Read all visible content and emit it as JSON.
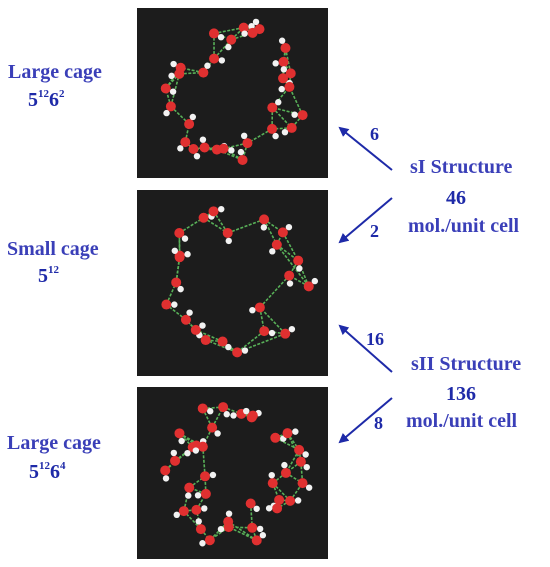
{
  "cages": [
    {
      "label": "Large cage",
      "base": "5",
      "exp1": "12",
      "base2": "6",
      "exp2": "2"
    },
    {
      "label": "Small cage",
      "base": "5",
      "exp1": "12"
    },
    {
      "label": "Large cage",
      "base": "5",
      "exp1": "12",
      "base2": "6",
      "exp2": "4"
    }
  ],
  "structures": [
    {
      "name": "sI Structure",
      "count": "46",
      "unit": "mol./unit cell",
      "large_cages": "6",
      "small_cages": "2"
    },
    {
      "name": "sII Structure",
      "count": "136",
      "unit": "mol./unit cell",
      "large_cages": "8",
      "small_cages": "16"
    }
  ],
  "colors": {
    "text": "#3a3fb8",
    "numbers": "#1e2aa8",
    "arrow": "#1e2aa8",
    "panel": "#1c1c1c",
    "oxygen": "#e03030",
    "hydrogen": "#f2f2f2",
    "bond": "#58b058"
  }
}
